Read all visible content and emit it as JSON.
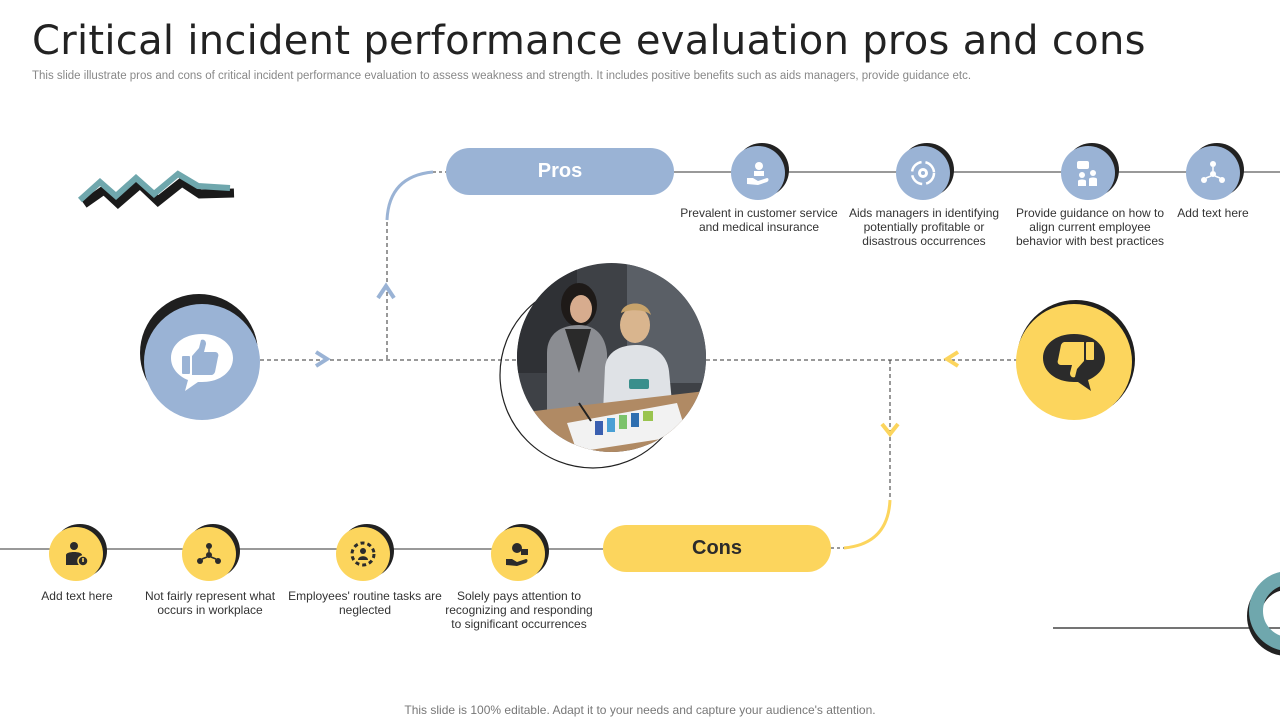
{
  "title": "Critical incident performance evaluation pros and cons",
  "subtitle": "This slide illustrate pros and cons of critical incident performance evaluation to assess weakness and strength. It includes positive benefits such as aids managers, provide guidance etc.",
  "pros": {
    "label": "Pros",
    "items": [
      {
        "text": "Prevalent in customer service and medical insurance",
        "icon": "hand-care-icon"
      },
      {
        "text": "Aids managers in identifying potentially profitable or disastrous occurrences",
        "icon": "gear-cycle-icon"
      },
      {
        "text": "Provide guidance on how to align current employee behavior with best practices",
        "icon": "team-discussion-icon"
      },
      {
        "text": "Add text here",
        "icon": "network-people-icon"
      }
    ]
  },
  "cons": {
    "label": "Cons",
    "items": [
      {
        "text": "Add text here",
        "icon": "worker-warning-icon"
      },
      {
        "text": "Not fairly represent what occurs in workplace",
        "icon": "people-network-icon"
      },
      {
        "text": "Employees' routine tasks are neglected",
        "icon": "gear-person-icon"
      },
      {
        "text": "Solely pays attention to recognizing and responding to significant occurrences",
        "icon": "hand-money-icon"
      }
    ]
  },
  "icons": {
    "thumbs_up": "thumbs-up-icon",
    "thumbs_down": "thumbs-down-icon"
  },
  "colors": {
    "blue": "#9ab3d5",
    "yellow": "#fcd55d",
    "teal": "#6fa7ad",
    "dark": "#222222"
  },
  "footer": "This slide is 100% editable. Adapt it to your needs and capture your audience's attention."
}
